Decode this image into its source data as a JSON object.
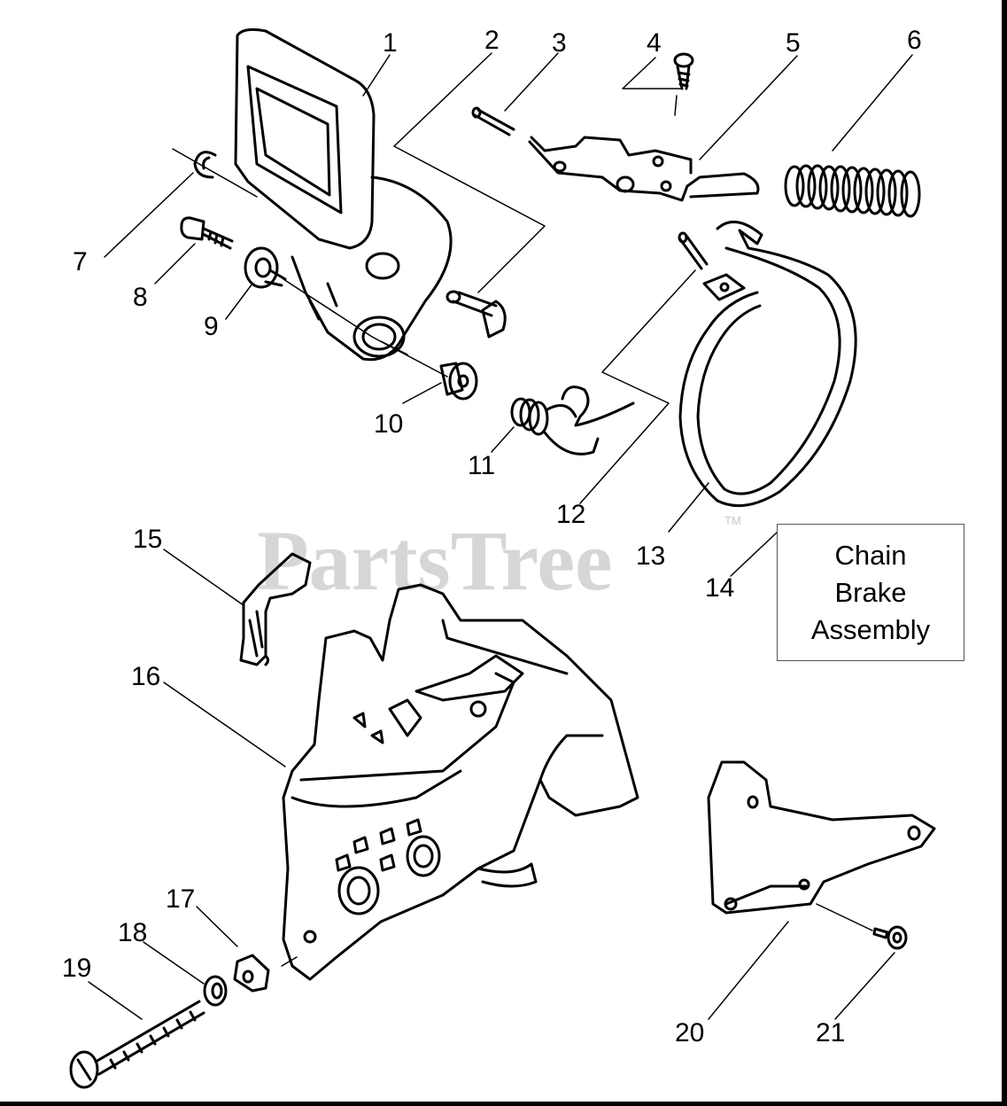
{
  "diagram": {
    "title_lines": [
      "Chain",
      "Brake",
      "Assembly"
    ],
    "watermark": "PartsTree",
    "watermark_tm": "TM",
    "callouts": [
      "1",
      "2",
      "3",
      "4",
      "5",
      "6",
      "7",
      "8",
      "9",
      "10",
      "11",
      "12",
      "13",
      "14",
      "15",
      "16",
      "17",
      "18",
      "19",
      "20",
      "21"
    ]
  }
}
